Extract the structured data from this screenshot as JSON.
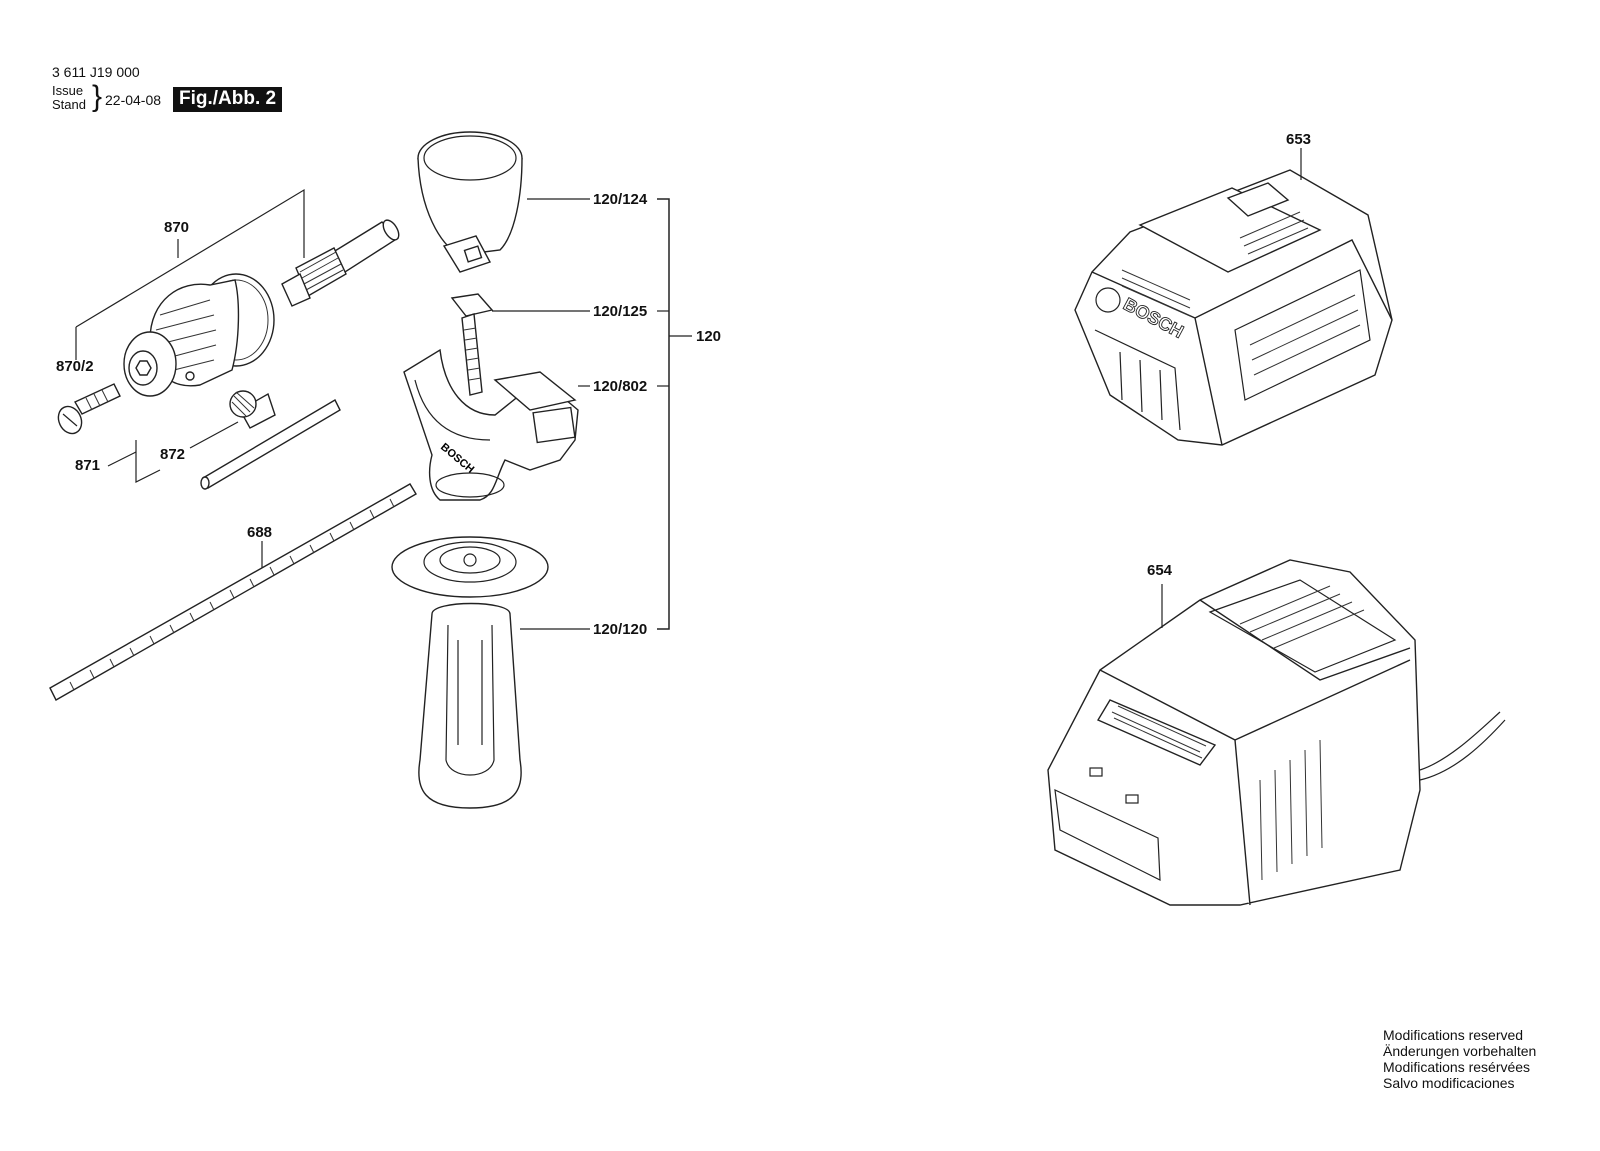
{
  "header": {
    "doc_number": "3 611 J19 000",
    "issue_label": "Issue",
    "stand_label": "Stand",
    "date": "22-04-08",
    "figure_label": "Fig./Abb. 2"
  },
  "callouts": {
    "p870": "870",
    "p870_2": "870/2",
    "p871": "871",
    "p872": "872",
    "p688": "688",
    "p120_124": "120/124",
    "p120_125": "120/125",
    "p120": "120",
    "p120_802": "120/802",
    "p120_120": "120/120",
    "p653": "653",
    "p654": "654"
  },
  "product_text": {
    "handle_brand": "BOSCH",
    "battery_brand": "BOSCH"
  },
  "footer": {
    "lines": [
      "Modifications reserved",
      "Änderungen vorbehalten",
      "Modifications resérvées",
      "Salvo modificaciones"
    ]
  }
}
